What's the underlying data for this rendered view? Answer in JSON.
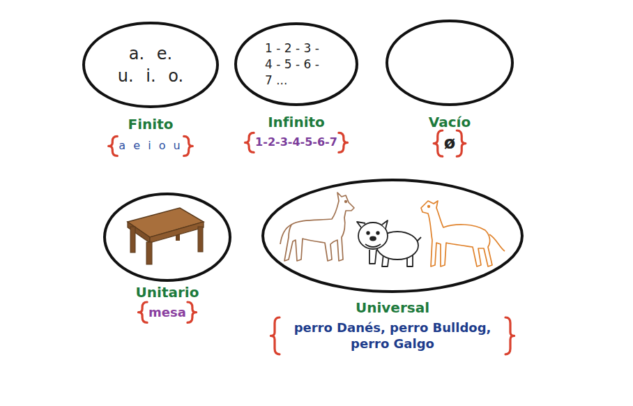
{
  "diagram": {
    "nodes": [
      {
        "text": [
          "a. e. u. i. o.",
          "Finito",
          "a e i o u"
        ]
      },
      {
        "text": [
          "1 - 2 - 3 - 4 - 5 - 6 - 7 ...",
          "Infinito",
          "1-2-3-4-5-6-7"
        ]
      },
      {
        "text": [
          "Vacío",
          "ø"
        ]
      },
      {
        "text": [
          "Unitario",
          "mesa"
        ]
      },
      {
        "text": [
          "Universal",
          "perro Danés, perro Bulldog, perro Galgo"
        ]
      }
    ]
  }
}
